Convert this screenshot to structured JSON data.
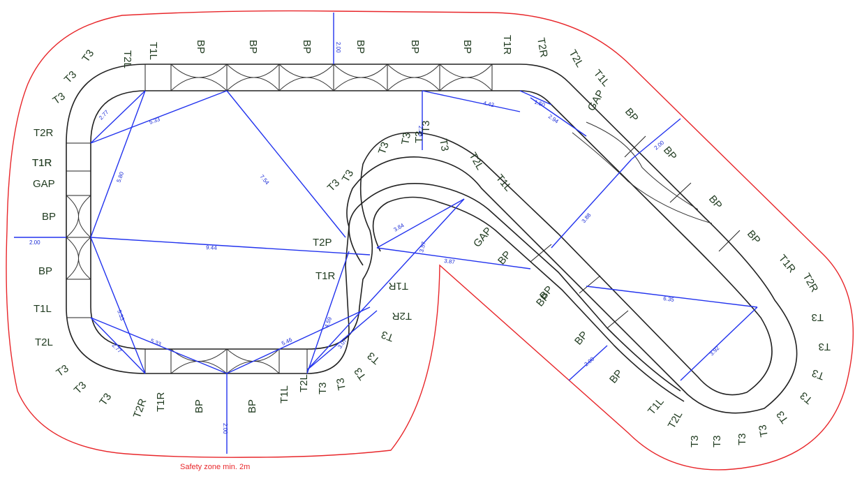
{
  "colors": {
    "safety_zone": "#e8262a",
    "dimension": "#2233ee",
    "track": "#222222",
    "label": "#1f3a1f"
  },
  "caption": "Safety zone min. 2m",
  "segments": [
    "T2L",
    "T1L",
    "BP",
    "BP",
    "BP",
    "BP",
    "BP",
    "BP",
    "T1R",
    "T2R",
    "T2L",
    "T1L",
    "GAP",
    "BP",
    "BP",
    "BP",
    "BP",
    "T1R",
    "T2R",
    "T3",
    "T3",
    "T3",
    "T3",
    "T3",
    "T3",
    "T3",
    "T3",
    "T3",
    "T2L",
    "T1L",
    "BP",
    "BP",
    "BP",
    "GAP",
    "T1L",
    "T2L",
    "T3",
    "T3",
    "T3",
    "T3",
    "T3",
    "T3",
    "T2P",
    "T1R",
    "T1R",
    "T2R",
    "T3",
    "T3",
    "T3",
    "T3",
    "T3",
    "T2L",
    "T1L",
    "BP",
    "BP",
    "T1R",
    "T2R",
    "T3",
    "T3",
    "T3",
    "T2L",
    "T1L",
    "BP",
    "T1R",
    "GAP",
    "T1R",
    "T2R",
    "T3",
    "T3",
    "T3",
    "BP",
    "BP",
    "BP",
    "T3"
  ],
  "dimensions": [
    "2.00",
    "2.00",
    "2.00",
    "2.00",
    "2.00",
    "2.77",
    "5.33",
    "5.80",
    "7.54",
    "2.25",
    "4.42",
    "1.50",
    "2.94",
    "3.88",
    "9.44",
    "3.84",
    "3.57",
    "3.87",
    "6.35",
    "3.92",
    "5.33",
    "2.77",
    "5.33",
    "5.46",
    "4.59",
    "3.07"
  ]
}
